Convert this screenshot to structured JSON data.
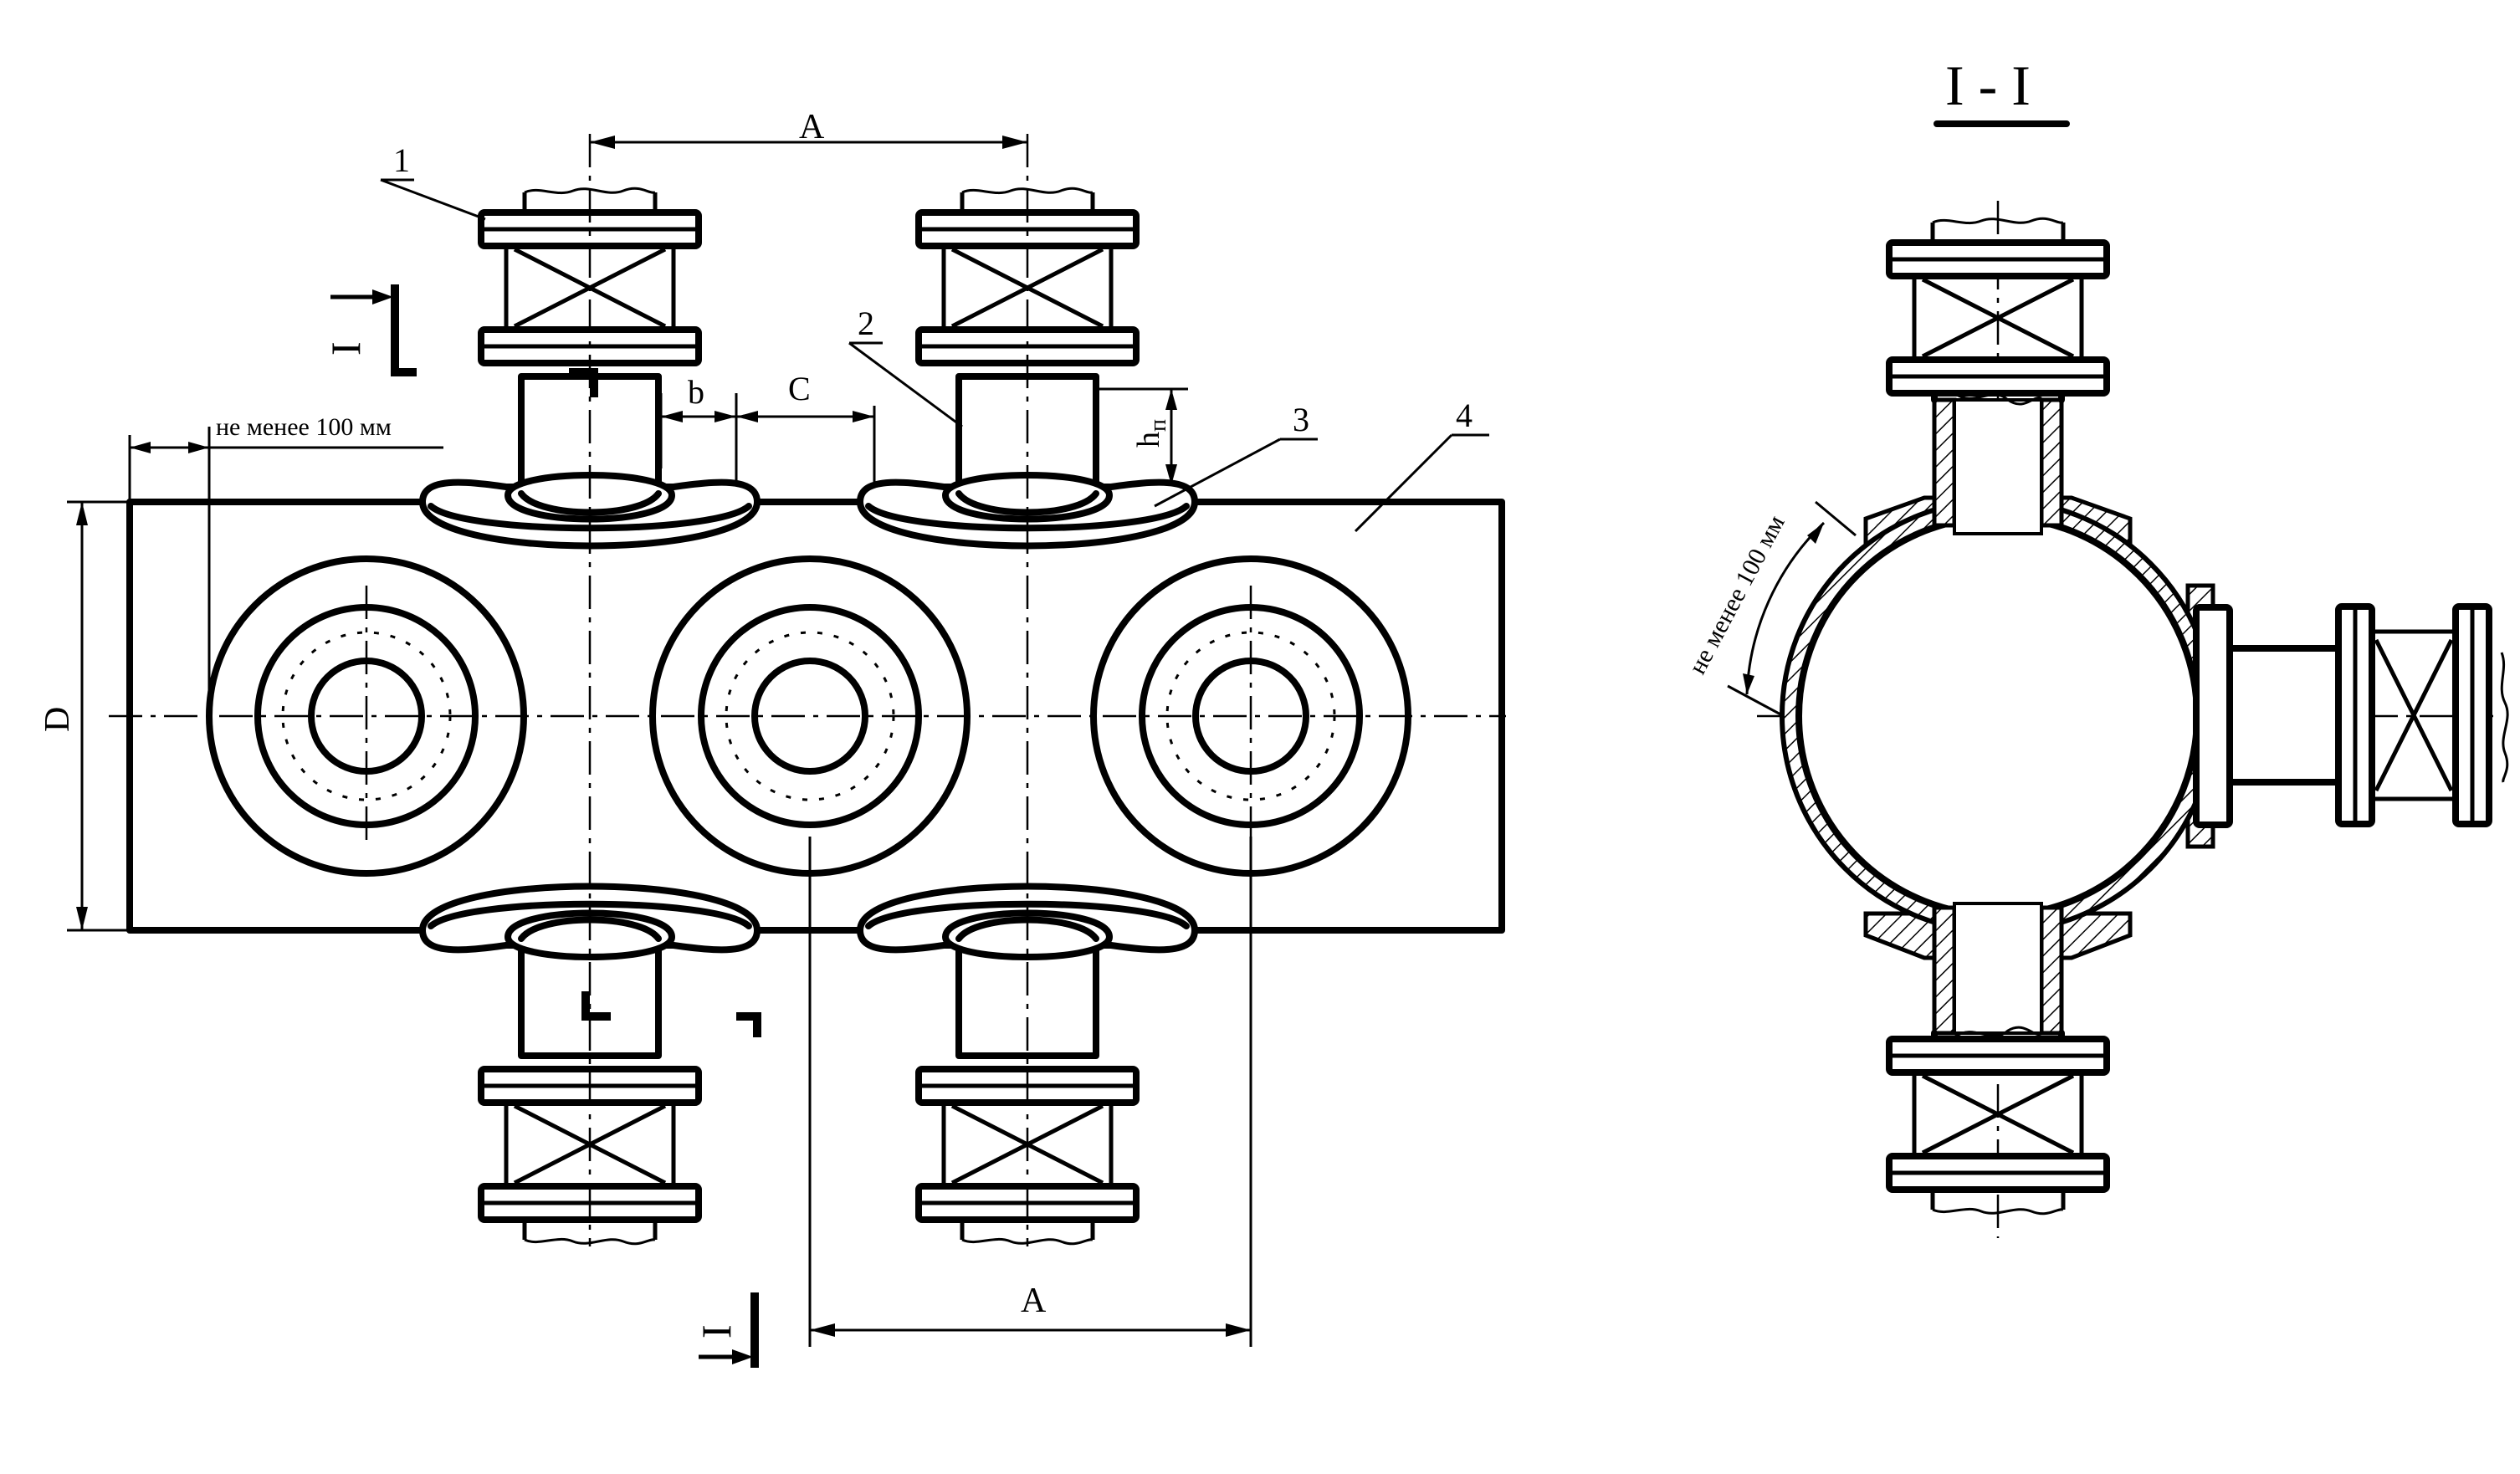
{
  "labels": {
    "section_title": "I - I",
    "min_distance": "не менее 100 мм",
    "dim_A": "A",
    "dim_b": "b",
    "dim_C": "C",
    "dim_D": "D",
    "dim_h_base": "h",
    "dim_h_sub": "п",
    "section_mark": "I",
    "callouts": [
      "1",
      "2",
      "3",
      "4"
    ]
  },
  "colors": {
    "line": "#000000",
    "background": "#ffffff"
  }
}
